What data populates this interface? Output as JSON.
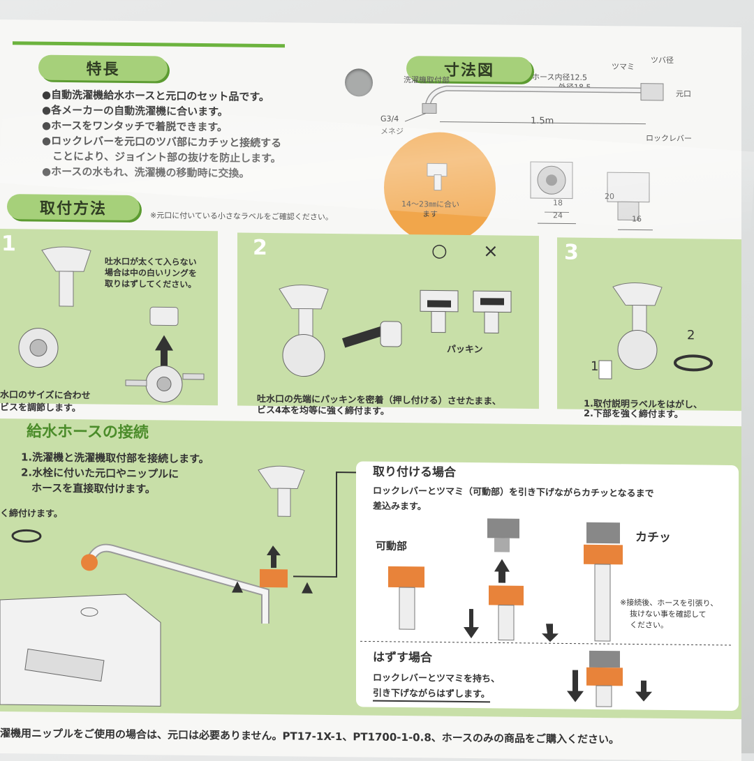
{
  "features": {
    "title": "特長",
    "items": [
      "●自動洗濯機給水ホースと元口のセット品です。",
      "●各メーカーの自動洗濯機に合います。",
      "●ホースをワンタッチで着脱できます。",
      "●ロックレバーを元口のツバ部にカチッと接続する",
      "　ことにより、ジョイント部の抜けを防止します。",
      "●ホースの水もれ、洗濯機の移動時に交換。"
    ]
  },
  "dimensions": {
    "title": "寸法図",
    "mount_label": "洗濯機取付部",
    "thread_line1": "G3/4",
    "thread_line2": "メネジ",
    "inner_diameter": "ホース内径12.5",
    "outer_diameter": "外径18.5",
    "knob_label": "ツマミ",
    "flange_label": "ツバ径",
    "outlet_label": "元口",
    "length": "1.5m",
    "lock_lever": "ロックレバー",
    "fits_line1": "14～23㎜に合い",
    "fits_line2": "ます",
    "dim_18": "18",
    "dim_24": "24",
    "dim_20": "20",
    "dim_16": "16"
  },
  "install": {
    "title": "取付方法",
    "note": "※元口に付いている小さなラベルをご確認ください。",
    "step1": {
      "number": "1",
      "ring_note_1": "吐水口が太くて入らない",
      "ring_note_2": "場合は中の白いリングを",
      "ring_note_3": "取りはずしてください。",
      "text_1": "水口のサイズに合わせ",
      "text_2": "ビスを調節します。"
    },
    "step2": {
      "number": "2",
      "ok": "○",
      "ng": "×",
      "packing": "パッキン",
      "text_1": "吐水口の先端にパッキンを密着（押し付ける）させたまま、",
      "text_2": "ビス4本を均等に強く締付ます。"
    },
    "step3": {
      "number": "3",
      "label_1": "1",
      "label_2": "2",
      "text_1": "1.取付説明ラベルをはがし、",
      "text_2": "2.下部を強く締付ます。"
    }
  },
  "hose": {
    "title": "給水ホースの接続",
    "line1": "1.洗濯機と洗濯機取付部を接続します。",
    "line2": "2.水栓に付いた元口やニップルに",
    "line3": "　ホースを直接取付けます。",
    "tighten": "く締付けます。"
  },
  "attach": {
    "title": "取り付ける場合",
    "desc_1": "ロックレバーとツマミ（可動部）を引き下げながらカチッとなるまで",
    "desc_2": "差込みます。",
    "movable": "可動部",
    "click": "カチッ",
    "note_1": "※接続後、ホースを引張り、",
    "note_2": "抜けない事を確認して",
    "note_3": "ください。"
  },
  "detach": {
    "title": "はずす場合",
    "desc_1": "ロックレバーとツマミを持ち、",
    "desc_2": "引き下げながらはずします。"
  },
  "footer": "濯機用ニップルをご使用の場合は、元口は必要ありません。PT17-1X-1、PT1700-1-0.8、ホースのみの商品をご購入ください。",
  "colors": {
    "green": "#a6d07a",
    "panel": "#c8dfa8",
    "orange": "#e8833a"
  }
}
